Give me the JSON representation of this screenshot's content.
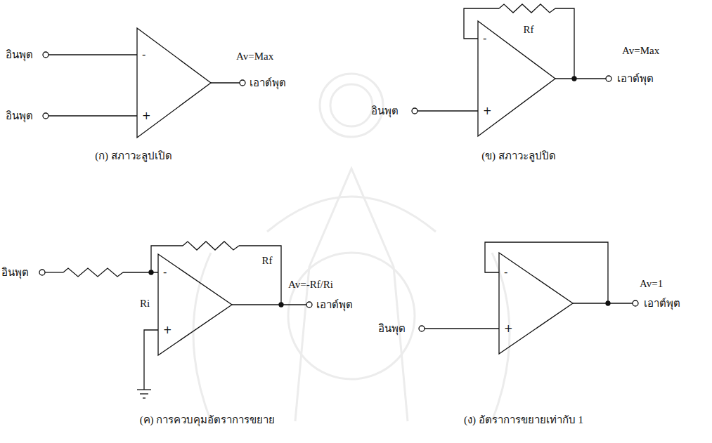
{
  "diagram": {
    "nodes": [
      {
        "text": [
          "-",
          "+"
        ]
      },
      {
        "text": [
          "-",
          "+"
        ]
      },
      {
        "text": [
          "-",
          "+"
        ]
      },
      {
        "text": [
          "-",
          "+"
        ]
      }
    ],
    "labels": [
      "อินพุต",
      "อินพุต",
      "Av=Max",
      "เอาต์พุต",
      "(ก) สภาวะลูปเปิด",
      "Rf",
      "Av=Max",
      "อินพุต",
      "เอาต์พุต",
      "(ข) สภาวะลูปปิด",
      "อินพุต",
      "Rf",
      "Ri",
      "Av=-Rf/Ri",
      "เอาต์พุต",
      "(ค) การควบคุมอัตราการขยาย",
      "Av=1",
      "อินพุต",
      "เอาต์พุต",
      "(ง) อัตราการขยายเท่ากับ 1"
    ]
  }
}
